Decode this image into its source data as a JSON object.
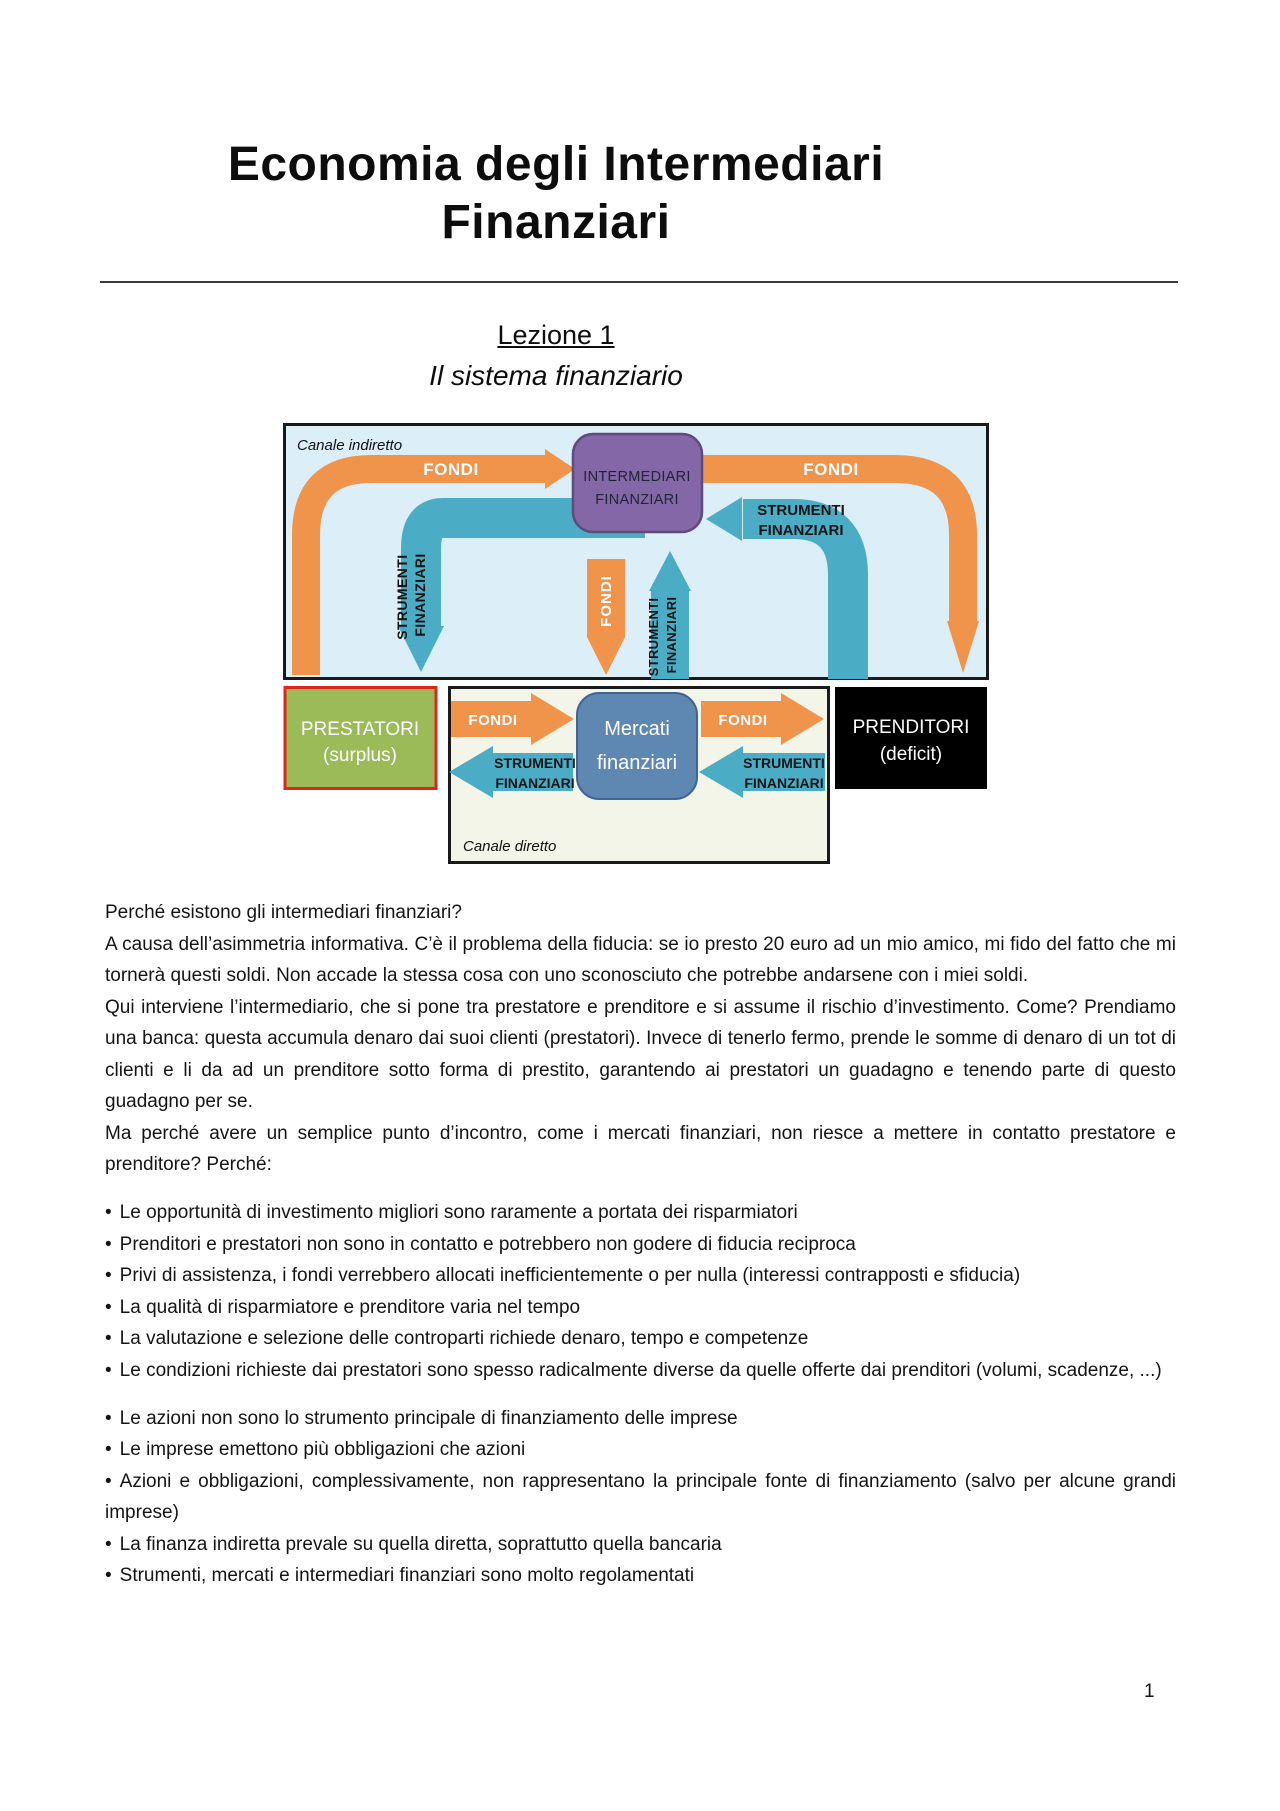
{
  "page": {
    "number": "1"
  },
  "header": {
    "title_line1": "Economia degli Intermediari",
    "title_line2": "Finanziari",
    "lesson": "Lezione 1",
    "subtitle": "Il sistema finanziario"
  },
  "diagram": {
    "canale_indiretto": "Canale indiretto",
    "canale_diretto": "Canale diretto",
    "fondi": "FONDI",
    "strumenti_line1": "STRUMENTI",
    "strumenti_line2": "FINANZIARI",
    "intermediari_line1": "INTERMEDIARI",
    "intermediari_line2": "FINANZIARI",
    "mercati_line1": "Mercati",
    "mercati_line2": "finanziari",
    "prestatori_line1": "PRESTATORI",
    "prestatori_line2": "(surplus)",
    "prenditori_line1": "PRENDITORI",
    "prenditori_line2": "(deficit)",
    "colors": {
      "orange": "#F0944C",
      "teal": "#4BACC6",
      "purple": "#8467A6",
      "purple_border": "#5E4A7D",
      "light_blue_bg": "#DCEEF7",
      "cream_bg": "#F2F5E7",
      "green": "#9BBB59",
      "green_border_red": "#E1251B",
      "steel_blue": "#5E87B2",
      "steel_blue_border": "#3E6596",
      "black_box": "#000000"
    }
  },
  "body": {
    "bullet_char": "•",
    "paragraphs": [
      "Perché esistono gli intermediari finanziari?",
      "A causa dell’asimmetria informativa. C’è il problema della fiducia: se io presto 20 euro ad un mio amico, mi fido del fatto che mi tornerà questi soldi. Non accade la stessa cosa con uno sconosciuto che potrebbe andarsene con i miei soldi.",
      "Qui interviene l’intermediario, che si pone tra prestatore e prenditore e si assume il rischio d’investimento. Come? Prendiamo una banca: questa accumula denaro dai suoi clienti (prestatori). Invece di tenerlo fermo, prende le somme di denaro di un tot di clienti e li da ad un prenditore sotto forma di prestito, garantendo ai prestatori un guadagno e tenendo parte di questo guadagno per se.",
      "Ma perché avere un semplice punto d’incontro, come i mercati finanziari, non riesce a mettere in contatto prestatore e prenditore? Perché:"
    ],
    "bullets_group1": [
      "Le opportunità di investimento migliori sono raramente a portata dei risparmiatori",
      "Prenditori e prestatori non sono in contatto e potrebbero non godere di fiducia reciproca",
      "Privi di assistenza, i fondi verrebbero allocati inefficientemente o per nulla (interessi contrapposti e sfiducia)",
      "La qualità di risparmiatore e prenditore varia nel tempo",
      "La valutazione e selezione delle controparti richiede denaro, tempo e competenze",
      "Le condizioni richieste dai prestatori sono spesso radicalmente diverse da quelle offerte dai prenditori (volumi, scadenze, ...)"
    ],
    "bullets_group2": [
      "Le azioni non sono lo strumento principale di finanziamento delle imprese",
      "Le imprese emettono più obbligazioni che azioni",
      "Azioni e obbligazioni, complessivamente, non rappresentano la principale fonte di finanziamento (salvo per alcune grandi imprese)",
      "La finanza indiretta prevale su quella diretta, soprattutto quella bancaria",
      "Strumenti, mercati e intermediari finanziari sono molto regolamentati"
    ]
  }
}
